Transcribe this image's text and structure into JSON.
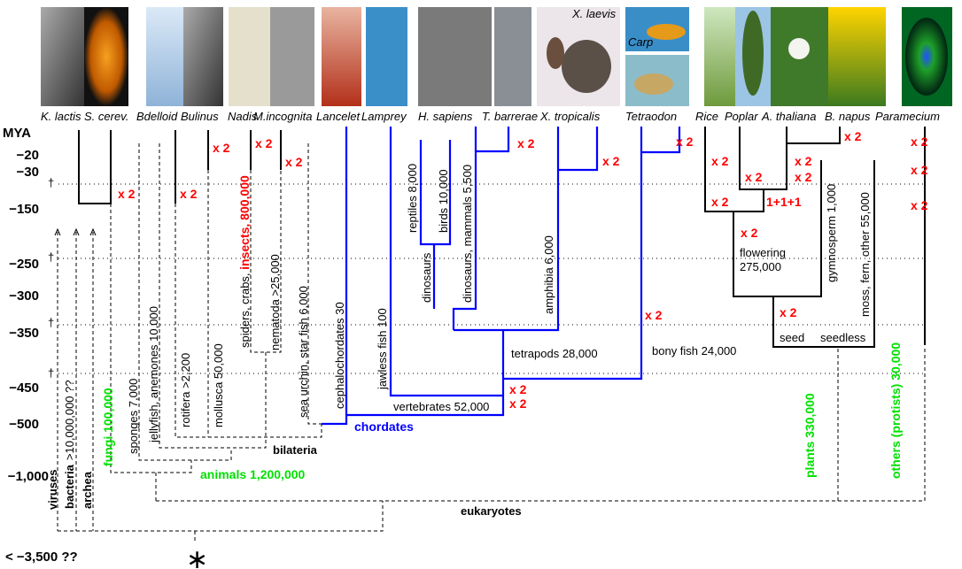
{
  "photos": {
    "x_laevis_caption": "X. laevis",
    "carp_caption": "Carp"
  },
  "species": [
    "K. lactis",
    "S. cerev.",
    "Bdelloid",
    "Bulinus",
    "Nadis",
    "M.incognita",
    "Lancelet",
    "Lamprey",
    "H. sapiens",
    "T. barrerae",
    "X. tropicalis",
    "Tetraodon",
    "Rice",
    "Poplar",
    "A. thaliana",
    "B. napus",
    "Paramecium"
  ],
  "axis": {
    "unit": "MYA",
    "ticks": [
      "−20",
      "−30",
      "−150",
      "−250",
      "−300",
      "−350",
      "−450",
      "−500",
      "−1,000",
      "< −3,500 ??"
    ],
    "dagger": "†"
  },
  "wgd": "x 2",
  "triplication": "1+1+1",
  "clades": {
    "viruses": "viruses",
    "bacteria": "bacteria",
    "bacteria_count": ">10,000,000 ??",
    "archea": "archea",
    "fungi": "fungi   100,000",
    "sponges": "sponges  7,000",
    "jellyfish": "jellyfish,  anemones  10,000",
    "rotifera": "rotifera  >2,200",
    "mollusca": "mollusca   50,000",
    "arthropods": "spiders,  crabs, ",
    "insects": "insects,  800,000",
    "nematoda": "nematoda  >25,000",
    "echinoderms": "sea urchin,  star fish  6,000",
    "cephalochordates": "cephalochordates  30",
    "jawless_fish": "jawless fish  100",
    "reptiles": "reptiles   8,000",
    "birds": "birds   10,000",
    "dinosaurs": "dinosaurs",
    "mammals": "dinosaurs,    mammals  5,500",
    "amphibia": "amphibia   6,000",
    "tetrapods": "tetrapods   28,000",
    "bony_fish": "bony fish   24,000",
    "vertebrates": "vertebrates  52,000",
    "chordates": "chordates",
    "bilateria": "bilateria",
    "animals": "animals     1,200,000",
    "eukaryotes": "eukaryotes",
    "flowering": "flowering",
    "flowering_count": "275,000",
    "gymnosperm": "gymnosperm   1,000",
    "moss": "moss,  fern,  other  55,000",
    "seed": "seed",
    "seedless": "seedless",
    "plants": "plants    330,000",
    "protists": "others  (protists)  30,000",
    "origin": "∗"
  },
  "colors": {
    "wgd": "#ff0000",
    "green": "#00e000",
    "chordate": "#0000ff"
  }
}
